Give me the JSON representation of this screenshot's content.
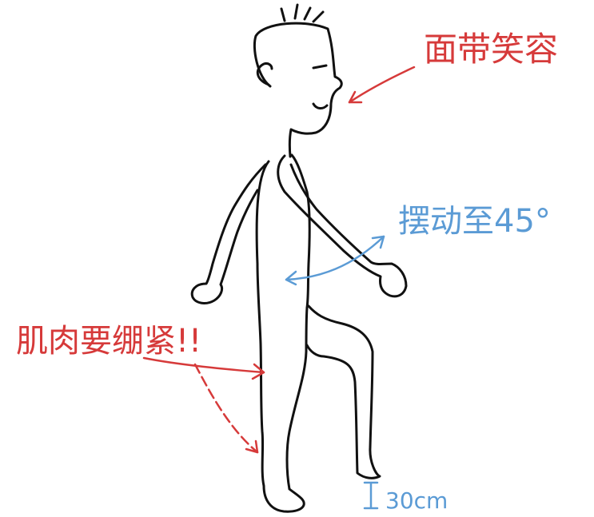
{
  "colors": {
    "red": "#d63a3a",
    "blue": "#5b9bd5",
    "ink": "#111111",
    "background": "#ffffff"
  },
  "annotations": {
    "smile_label": "面带笑容",
    "swing_label": "摆动至45°",
    "muscle_label": "肌肉要绷紧!!",
    "step_label": "30cm"
  }
}
